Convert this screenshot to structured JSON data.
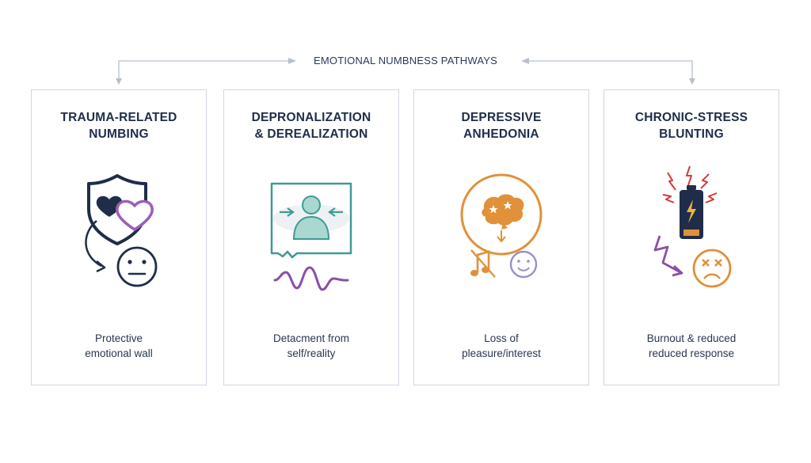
{
  "header": {
    "title": "EMOTIONAL NUMBNESS PATHWAYS"
  },
  "cards": [
    {
      "title_lines": [
        "TRAUMA-RELATED",
        "NUMBING"
      ],
      "caption_lines": [
        "Protective",
        "emotional wall"
      ],
      "icons": [
        "shield-heart-icon",
        "curved-arrow-icon",
        "neutral-face-icon"
      ]
    },
    {
      "title_lines": [
        "DEPRONALIZATION",
        "& DEREALIZATION"
      ],
      "caption_lines": [
        "Detacment from",
        "self/reality"
      ],
      "icons": [
        "detached-person-frame-icon",
        "wavy-line-icon"
      ]
    },
    {
      "title_lines": [
        "DEPRESSIVE",
        "ANHEDONIA"
      ],
      "caption_lines": [
        "Loss of",
        "pleasure/interest"
      ],
      "icons": [
        "brain-circle-icon",
        "muted-music-icon",
        "smiley-icon"
      ]
    },
    {
      "title_lines": [
        "CHRONIC-STRESS",
        "BLUNTING"
      ],
      "caption_lines": [
        "Burnout & reduced",
        "reduced response"
      ],
      "icons": [
        "low-battery-icon",
        "lightning-arrow-icon",
        "dizzy-face-icon"
      ]
    }
  ],
  "colors": {
    "navy": "#1f2d4a",
    "purple": "#9b5fb5",
    "teal": "#3f9a93",
    "orange": "#e0913a",
    "red": "#d43b3b",
    "border": "#cfd6e3"
  }
}
